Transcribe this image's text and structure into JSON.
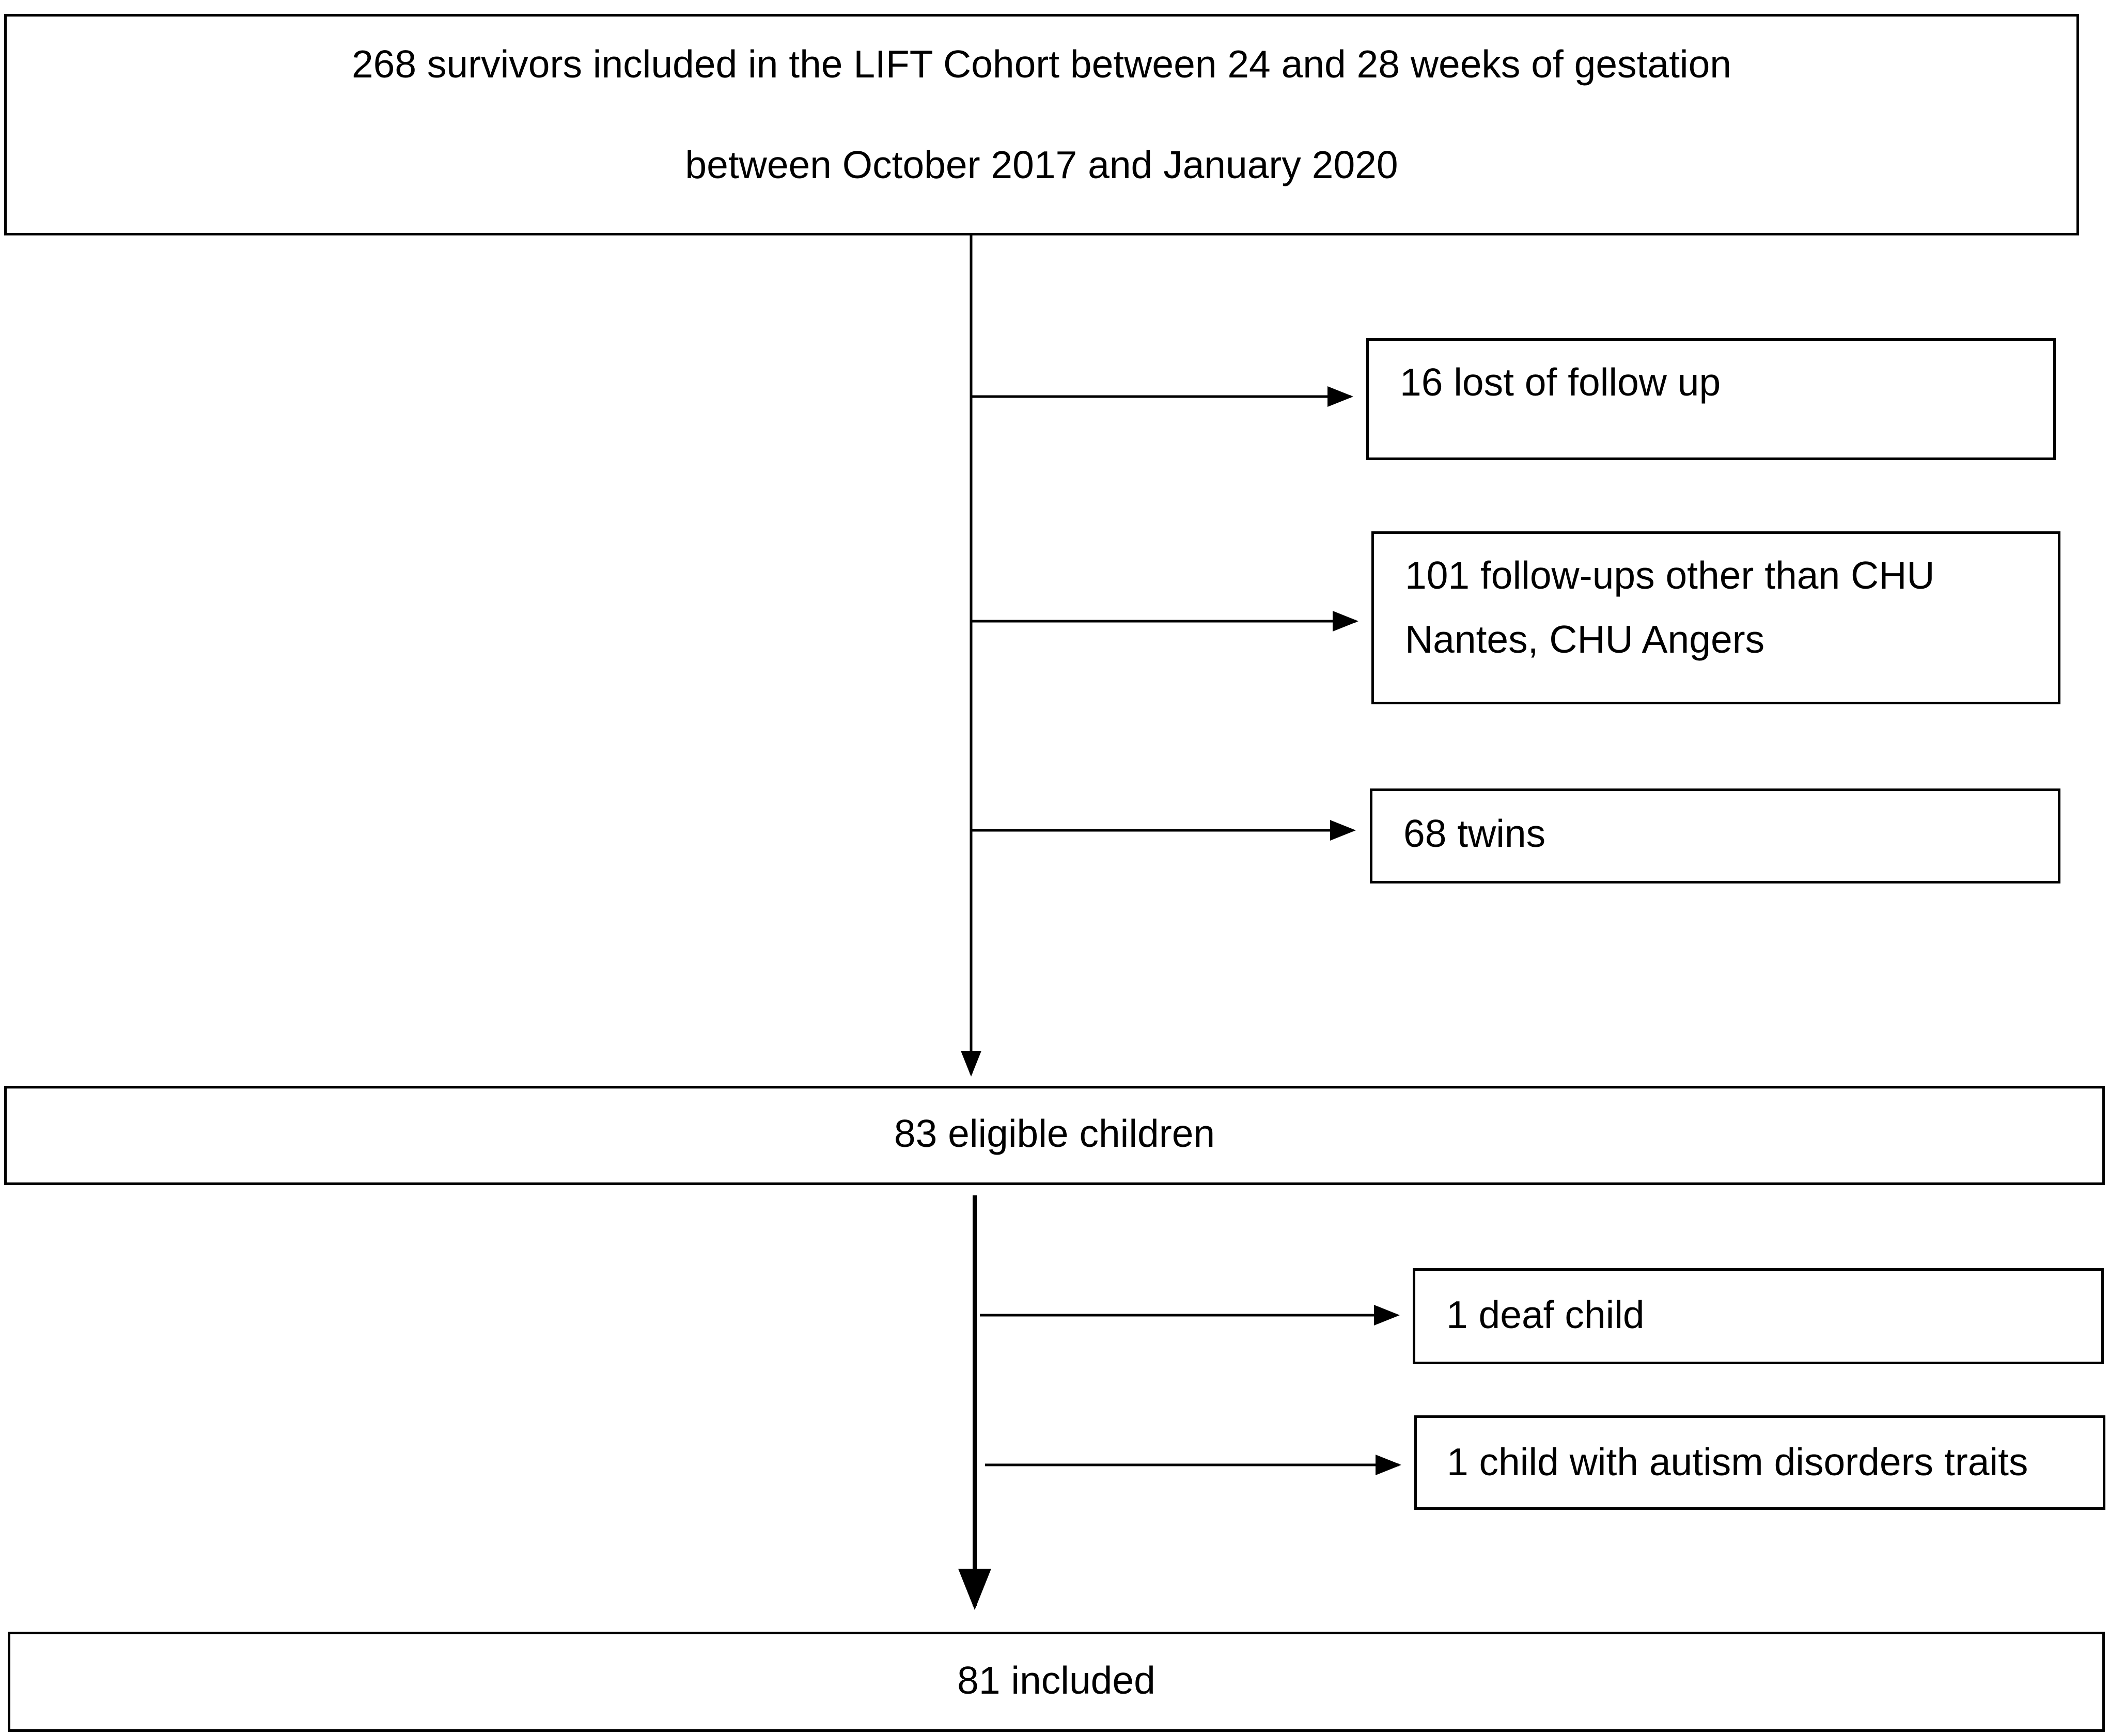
{
  "flowchart": {
    "top_box": {
      "line1": "268 survivors included in the LIFT Cohort between 24 and 28 weeks of gestation",
      "line2": "between October 2017 and January 2020"
    },
    "exclusions_stage1": [
      {
        "line1": "16 lost of follow up"
      },
      {
        "line1": "101 follow-ups other than CHU",
        "line2": "Nantes, CHU Angers"
      },
      {
        "line1": "68 twins"
      }
    ],
    "eligible_box": {
      "text": "83 eligible children"
    },
    "exclusions_stage2": [
      {
        "text": "1 deaf child"
      },
      {
        "text": "1 child with autism disorders traits"
      }
    ],
    "final_box": {
      "text": "81 included"
    }
  },
  "colors": {
    "stroke": "#000000",
    "background": "#ffffff",
    "text": "#000000"
  }
}
